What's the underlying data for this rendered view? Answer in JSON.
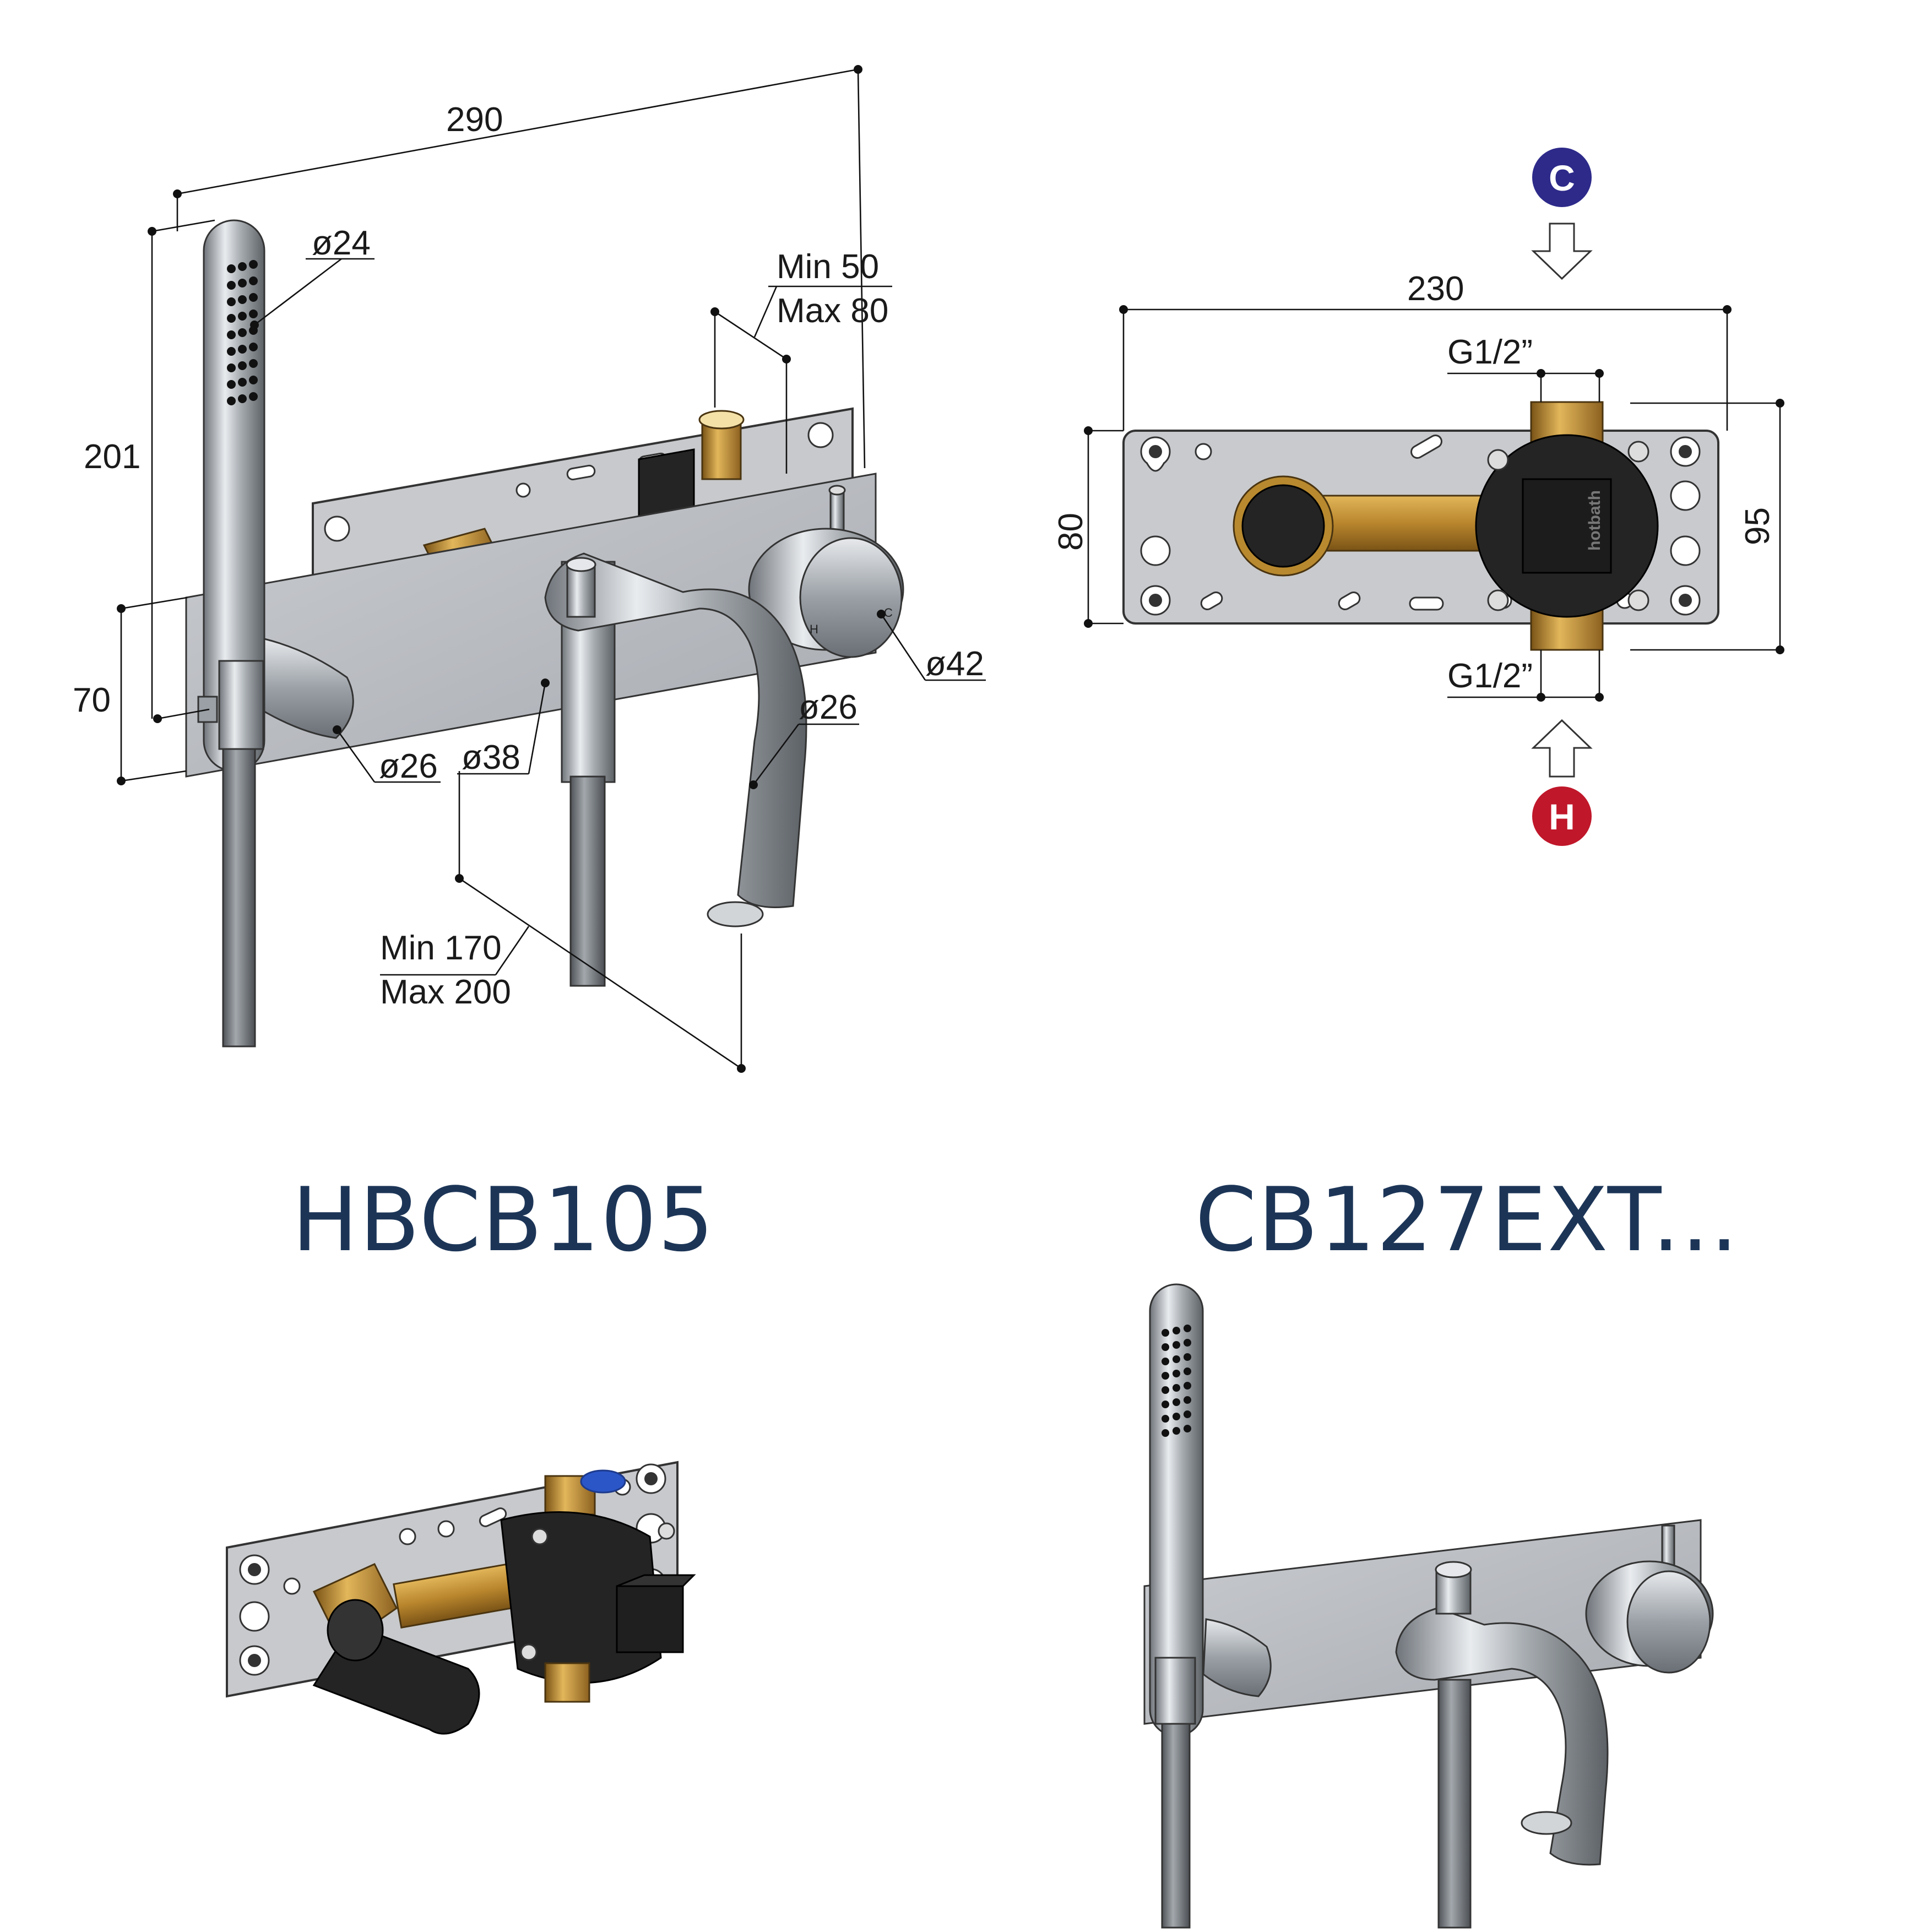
{
  "brand_color": "#1c3557",
  "cold_color": "#2d2a8a",
  "hot_color": "#c0172a",
  "top_left_drawing": {
    "dim_width_total": "290",
    "dim_hand_shower_height": "201",
    "dim_plate_height": "70",
    "dim_hand_shower_diameter": "ø24",
    "dim_holder_diameter": "ø26",
    "dim_spout_body_diameter": "ø38",
    "dim_handle_diameter": "ø42",
    "dim_spout_diameter": "ø26",
    "dim_depth_min": "Min 50",
    "dim_depth_max": "Max 80",
    "dim_spout_min": "Min 170",
    "dim_spout_max": "Max 200"
  },
  "top_right_drawing": {
    "dim_width": "230",
    "dim_plate_height": "80",
    "dim_total_height": "95",
    "thread_top": "G1/2”",
    "thread_bottom": "G1/2”",
    "cold_marker": "C",
    "hot_marker": "H",
    "body_logo": "hotbath"
  },
  "labels": {
    "left_code": "HBCB105",
    "right_code": "CB127EXT..."
  }
}
